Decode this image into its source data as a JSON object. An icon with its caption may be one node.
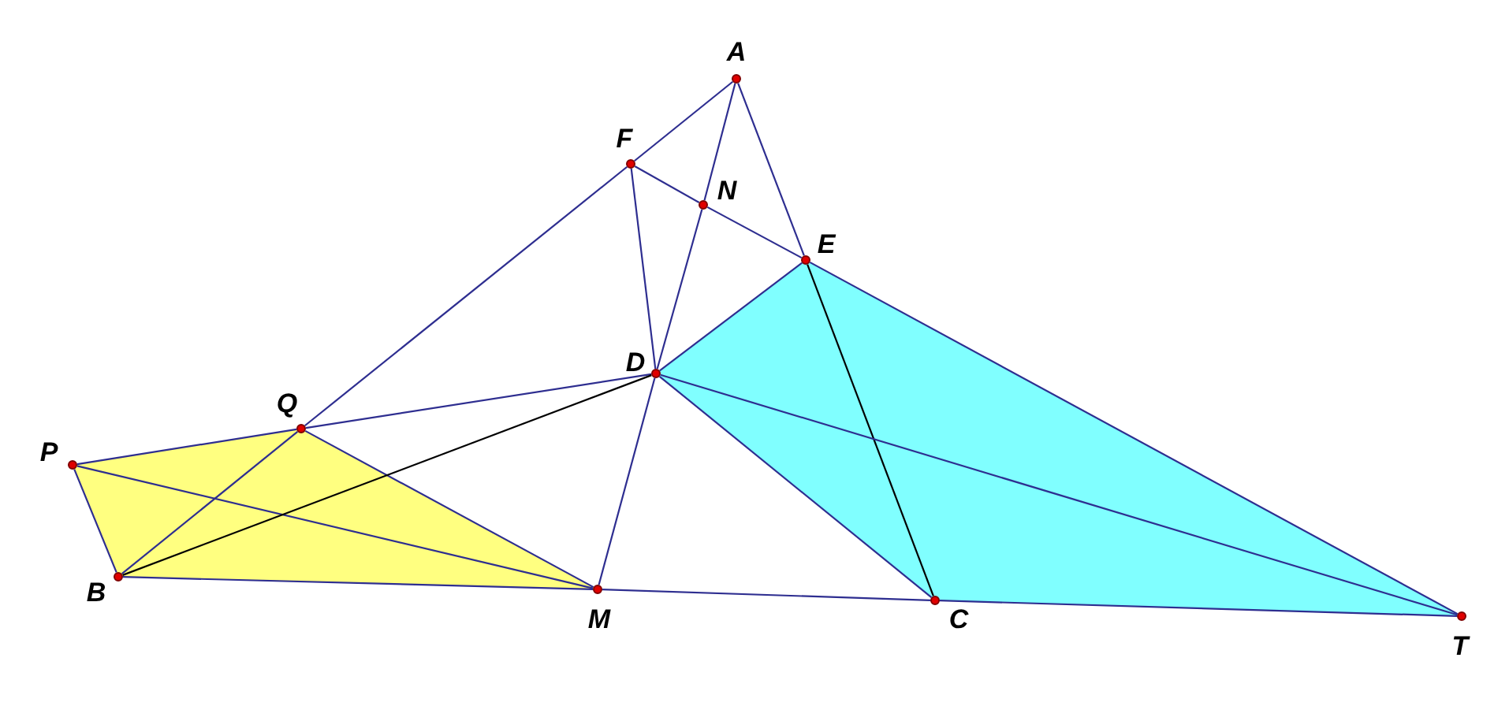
{
  "diagram": {
    "nodes": [
      {
        "text": [],
        "shape": "circle",
        "beside": [
          "A"
        ]
      },
      {
        "text": [],
        "shape": "circle",
        "beside": [
          "F"
        ]
      },
      {
        "text": [],
        "shape": "circle",
        "beside": [
          "N"
        ]
      },
      {
        "text": [],
        "shape": "circle",
        "beside": [
          "E"
        ]
      },
      {
        "text": [],
        "shape": "circle",
        "beside": [
          "D"
        ]
      },
      {
        "text": [],
        "shape": "circle",
        "beside": [
          "Q"
        ]
      },
      {
        "text": [],
        "shape": "circle",
        "beside": [
          "P"
        ]
      },
      {
        "text": [],
        "shape": "circle",
        "beside": [
          "B"
        ]
      },
      {
        "text": [],
        "shape": "circle",
        "beside": [
          "M"
        ]
      },
      {
        "text": [],
        "shape": "circle",
        "beside": [
          "C"
        ]
      },
      {
        "text": [],
        "shape": "circle",
        "beside": [
          "T"
        ]
      }
    ],
    "edges": [
      {
        "from": 0,
        "to": 1,
        "arrow": "none"
      },
      {
        "from": 1,
        "to": 5,
        "arrow": "none"
      },
      {
        "from": 5,
        "to": 7,
        "arrow": "none"
      },
      {
        "from": 0,
        "to": 3,
        "arrow": "none"
      },
      {
        "from": 3,
        "to": 9,
        "arrow": "none",
        "color": "#000000"
      },
      {
        "from": 7,
        "to": 8,
        "arrow": "none"
      },
      {
        "from": 8,
        "to": 9,
        "arrow": "none"
      },
      {
        "from": 9,
        "to": 10,
        "arrow": "none"
      },
      {
        "from": 1,
        "to": 2,
        "arrow": "none"
      },
      {
        "from": 2,
        "to": 3,
        "arrow": "none"
      },
      {
        "from": 0,
        "to": 2,
        "arrow": "none"
      },
      {
        "from": 2,
        "to": 4,
        "arrow": "none"
      },
      {
        "from": 4,
        "to": 8,
        "arrow": "none"
      },
      {
        "from": 1,
        "to": 4,
        "arrow": "none"
      },
      {
        "from": 5,
        "to": 4,
        "arrow": "none"
      },
      {
        "from": 6,
        "to": 5,
        "arrow": "none"
      },
      {
        "from": 6,
        "to": 7,
        "arrow": "none"
      },
      {
        "from": 6,
        "to": 8,
        "arrow": "none"
      },
      {
        "from": 5,
        "to": 8,
        "arrow": "none"
      },
      {
        "from": 7,
        "to": 4,
        "arrow": "none",
        "color": "#000000"
      },
      {
        "from": 4,
        "to": 3,
        "arrow": "none"
      },
      {
        "from": 4,
        "to": 9,
        "arrow": "none"
      },
      {
        "from": 4,
        "to": 10,
        "arrow": "none"
      },
      {
        "from": 3,
        "to": 10,
        "arrow": "none"
      }
    ]
  }
}
